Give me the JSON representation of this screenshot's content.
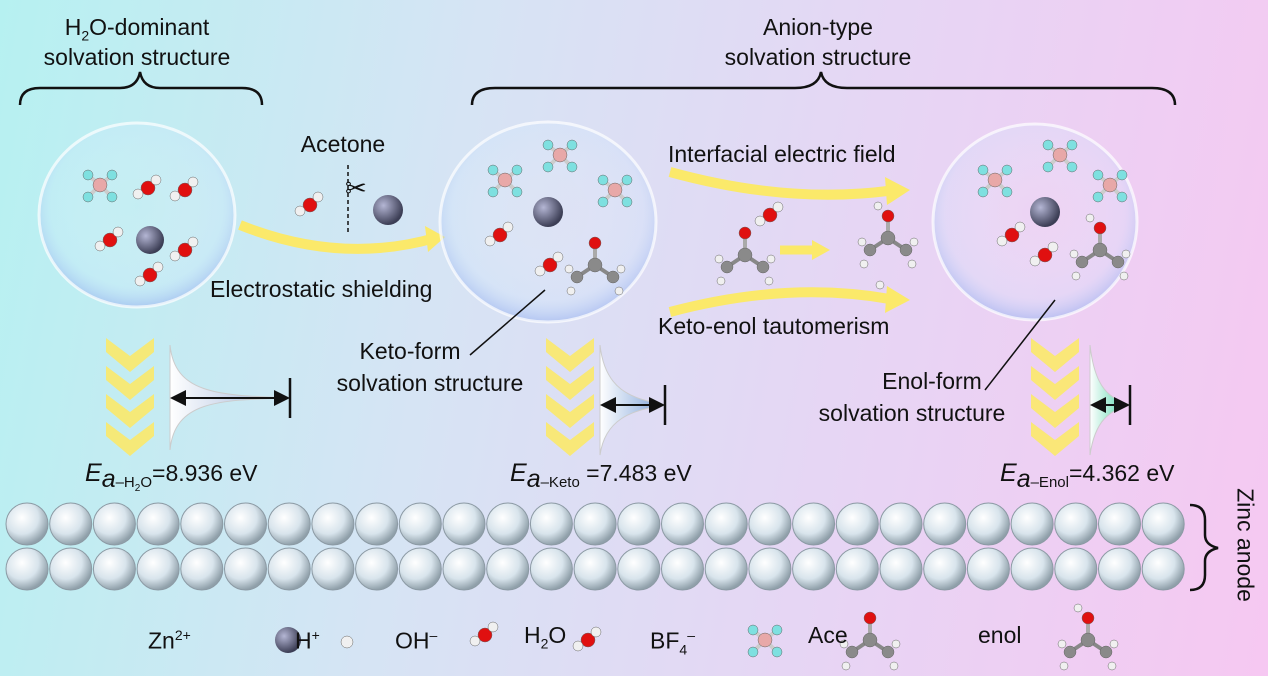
{
  "headings": {
    "h2o": {
      "line1_pre": "H",
      "line1_sub": "2",
      "line1_post": "O-dominant",
      "line2": "solvation structure"
    },
    "anion": {
      "line1": "Anion-type",
      "line2": "solvation structure"
    }
  },
  "labels": {
    "acetone": "Acetone",
    "electrostatic": "Electrostatic shielding",
    "interfacial": "Interfacial electric field",
    "tautomerism": "Keto-enol tautomerism",
    "keto_form": {
      "line1": "Keto-form",
      "line2": "solvation structure"
    },
    "enol_form": {
      "line1": "Enol-form",
      "line2": "solvation structure"
    },
    "zinc_anode": "Zinc anode"
  },
  "energies": [
    {
      "symbol": "E",
      "sub_a": "a",
      "sub_rest": "–H",
      "sub_2": "2",
      "sub_end": "O",
      "value": "=8.936 eV"
    },
    {
      "symbol": "E",
      "sub_a": "a",
      "sub_rest": "–Keto",
      "value": " =7.483 eV"
    },
    {
      "symbol": "E",
      "sub_a": "a",
      "sub_rest": "–Enol",
      "value": "=4.362 eV"
    }
  ],
  "legend": {
    "zn": {
      "base": "Zn",
      "sup": "2+"
    },
    "h": {
      "base": "H",
      "sup": "+"
    },
    "oh": {
      "base": "OH",
      "sup": "–"
    },
    "h2o": {
      "pre": "H",
      "sub": "2",
      "post": "O"
    },
    "bf4": {
      "base": "BF",
      "sub": "4",
      "sup": "–"
    },
    "ace": "Ace",
    "enol": "enol"
  },
  "colors": {
    "zn": "#5a5c74",
    "o": "#e01010",
    "h": "#f0f0f0",
    "b": "#e8a8a8",
    "f": "#7ee0e0",
    "c": "#8a8a8a",
    "arrow": "#fbe96a"
  }
}
